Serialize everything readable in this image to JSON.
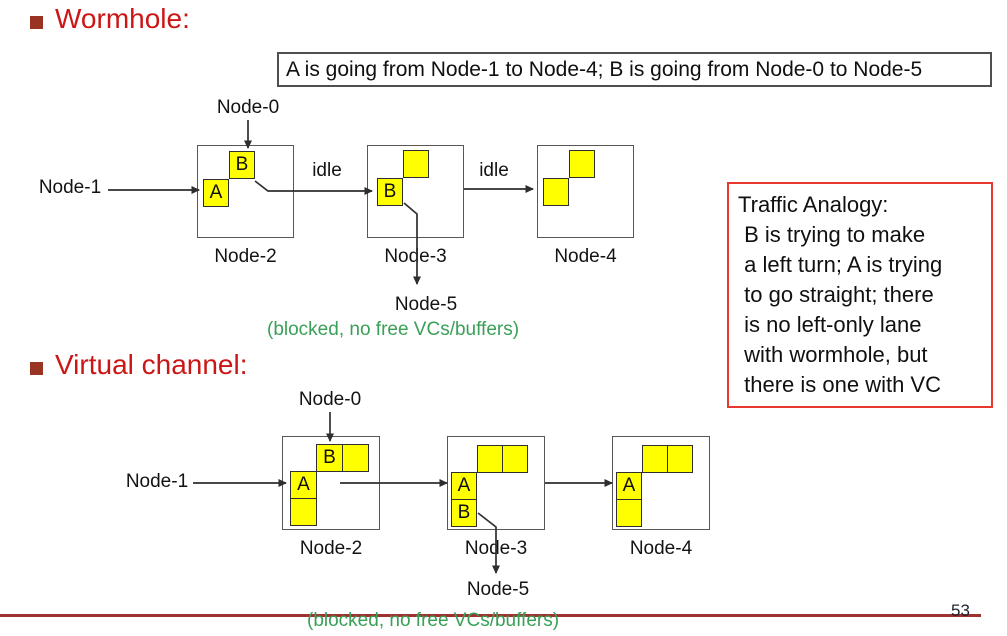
{
  "sections": {
    "wormhole": {
      "title": "Wormhole:"
    },
    "virtual_channel": {
      "title": "Virtual channel:"
    }
  },
  "info_box": {
    "text": "A is going from Node-1 to Node-4; B is going from Node-0 to Node-5"
  },
  "wormhole_diagram": {
    "node0": "Node-0",
    "node1": "Node-1",
    "node5": "Node-5",
    "nodes": [
      "Node-2",
      "Node-3",
      "Node-4"
    ],
    "idle": "idle",
    "flit_a": "A",
    "flit_b": "B",
    "blocked_note": "(blocked, no free VCs/buffers)"
  },
  "vc_diagram": {
    "node0": "Node-0",
    "node1": "Node-1",
    "node5": "Node-5",
    "nodes": [
      "Node-2",
      "Node-3",
      "Node-4"
    ],
    "flit_a": "A",
    "flit_b": "B",
    "blocked_note": "(blocked, no free VCs/buffers)"
  },
  "traffic_analogy": {
    "text": "Traffic Analogy:\n B is trying to make\n a left turn; A is trying\n to go straight; there\n is no left-only lane\n with wormhole, but\n there is one with VC"
  },
  "footer": {
    "page_number": "53"
  },
  "colors": {
    "title_red": "#cc1616",
    "bullet_red": "#993322",
    "flit_yellow": "#ffff00",
    "blocked_green": "#3aa057",
    "analogy_red": "#e8372f",
    "footer_red": "#9e3230",
    "line_gray": "#2e2e2e"
  }
}
